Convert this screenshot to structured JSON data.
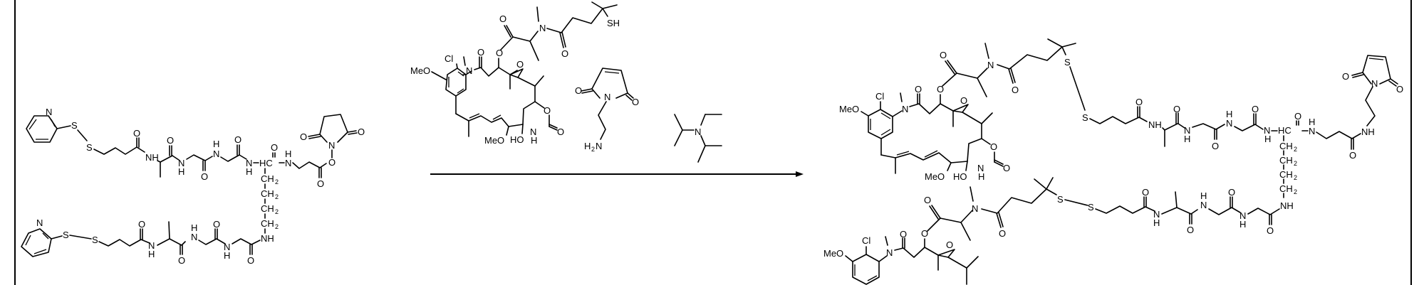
{
  "scheme": {
    "type": "reaction-scheme",
    "frame": {
      "border_color": "#000000",
      "background": "#ffffff"
    },
    "arrow": {
      "direction": "right",
      "color": "#000000"
    },
    "labels": {
      "N": "N",
      "S": "S",
      "O": "O",
      "NH": "NH",
      "H": "H",
      "CH": "CH",
      "CH2": "CH",
      "sub2": "2",
      "HC": "HC",
      "C": "C",
      "Cl": "Cl",
      "MeO": "MeO",
      "HO": "HO",
      "SH": "SH",
      "H2": "H",
      "NH_amine": "N"
    },
    "reactant": {
      "name": "bis(pyridyldithio-butanoyl-Ala-Gly-Gly)-Lys-beta-Ala NHS ester",
      "groups": [
        "2-pyridyl disulfide",
        "butanamide",
        "Ala",
        "Gly",
        "Gly",
        "Lys",
        "beta-Ala",
        "N-hydroxysuccinimide ester"
      ]
    },
    "reagents": [
      {
        "name": "maytansinoid thiol (DM4-like)",
        "groups": [
          "MeO",
          "Cl",
          "HO",
          "SH",
          "epoxide",
          "carbamate"
        ]
      },
      {
        "name": "N-(2-aminoethyl)maleimide",
        "groups": [
          "maleimide",
          "H2N"
        ]
      },
      {
        "name": "N,N-diisopropylethylamine",
        "groups": [
          "tertiary amine"
        ]
      }
    ],
    "product": {
      "name": "bis-maytansinoid disulfide conjugate with maleimide linker",
      "groups": [
        "2x maytansinoid",
        "2x disulfide",
        "Ala-Gly-Gly",
        "Lys",
        "beta-Ala amide",
        "maleimide"
      ]
    }
  }
}
